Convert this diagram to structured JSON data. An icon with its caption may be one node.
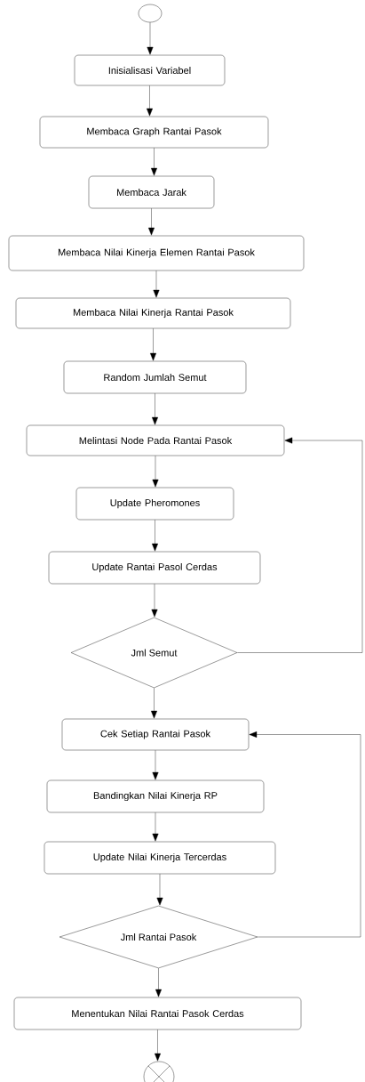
{
  "diagram": {
    "nodes": [
      {
        "text": [],
        "shape": "circle"
      },
      {
        "text": [
          "Inisialisasi Variabel"
        ]
      },
      {
        "text": [
          "Membaca Graph Rantai Pasok"
        ]
      },
      {
        "text": [
          "Membaca Jarak"
        ]
      },
      {
        "text": [
          "Membaca Nilai Kinerja Elemen Rantai Pasok"
        ]
      },
      {
        "text": [
          "Membaca Nilai Kinerja Rantai Pasok"
        ]
      },
      {
        "text": [
          "Random Jumlah Semut"
        ]
      },
      {
        "text": [
          "Melintasi Node Pada Rantai Pasok"
        ]
      },
      {
        "text": [
          "Update Pheromones"
        ]
      },
      {
        "text": [
          "Update Rantai Pasol Cerdas"
        ]
      },
      {
        "text": [
          "Jml Semut"
        ]
      },
      {
        "text": [
          "Cek Setiap Rantai Pasok"
        ]
      },
      {
        "text": [
          "Bandingkan Nilai Kinerja RP"
        ]
      },
      {
        "text": [
          "Update Nilai Kinerja Tercerdas"
        ]
      },
      {
        "text": [
          "Jml Rantai Pasok"
        ]
      },
      {
        "text": [
          "Menentukan Nilai Rantai Pasok Cerdas"
        ]
      },
      {
        "text": [],
        "shape": "circle"
      }
    ],
    "edges": [
      {
        "from": 0,
        "to": 1,
        "arrow": "to"
      },
      {
        "from": 1,
        "to": 2,
        "arrow": "to"
      },
      {
        "from": 2,
        "to": 3,
        "arrow": "to"
      },
      {
        "from": 3,
        "to": 4,
        "arrow": "to"
      },
      {
        "from": 4,
        "to": 5,
        "arrow": "to"
      },
      {
        "from": 5,
        "to": 6,
        "arrow": "to"
      },
      {
        "from": 6,
        "to": 7,
        "arrow": "to"
      },
      {
        "from": 7,
        "to": 8,
        "arrow": "to"
      },
      {
        "from": 8,
        "to": 9,
        "arrow": "to"
      },
      {
        "from": 9,
        "to": 10,
        "arrow": "to"
      },
      {
        "from": 10,
        "to": 7,
        "arrow": "to"
      },
      {
        "from": 10,
        "to": 11,
        "arrow": "to"
      },
      {
        "from": 11,
        "to": 12,
        "arrow": "to"
      },
      {
        "from": 12,
        "to": 13,
        "arrow": "to"
      },
      {
        "from": 13,
        "to": 14,
        "arrow": "to"
      },
      {
        "from": 14,
        "to": 11,
        "arrow": "to"
      },
      {
        "from": 14,
        "to": 15,
        "arrow": "to"
      },
      {
        "from": 15,
        "to": 16,
        "arrow": "to"
      }
    ]
  }
}
